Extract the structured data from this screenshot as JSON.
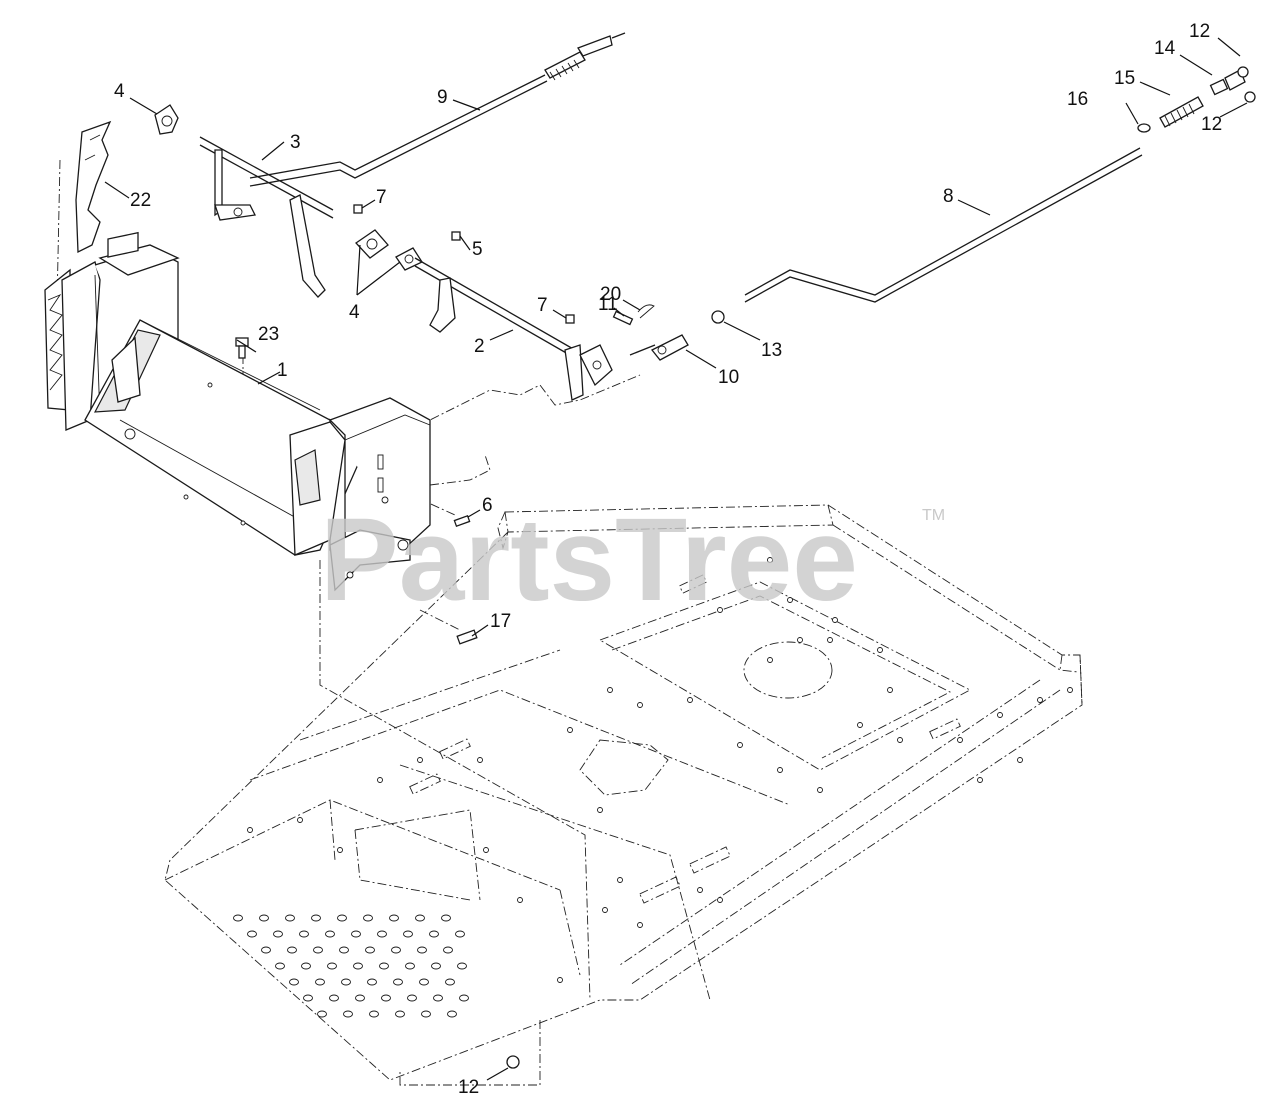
{
  "watermark": {
    "text": "PartsTree",
    "trademark": "TM"
  },
  "callouts": [
    {
      "id": "c1",
      "label": "1"
    },
    {
      "id": "c2",
      "label": "2"
    },
    {
      "id": "c3",
      "label": "3"
    },
    {
      "id": "c4a",
      "label": "4"
    },
    {
      "id": "c4b",
      "label": "4"
    },
    {
      "id": "c5",
      "label": "5"
    },
    {
      "id": "c6",
      "label": "6"
    },
    {
      "id": "c7a",
      "label": "7"
    },
    {
      "id": "c7b",
      "label": "7"
    },
    {
      "id": "c8",
      "label": "8"
    },
    {
      "id": "c9",
      "label": "9"
    },
    {
      "id": "c10",
      "label": "10"
    },
    {
      "id": "c11",
      "label": "11"
    },
    {
      "id": "c12a",
      "label": "12"
    },
    {
      "id": "c12b",
      "label": "12"
    },
    {
      "id": "c12c",
      "label": "12"
    },
    {
      "id": "c13",
      "label": "13"
    },
    {
      "id": "c14",
      "label": "14"
    },
    {
      "id": "c15",
      "label": "15"
    },
    {
      "id": "c16",
      "label": "16"
    },
    {
      "id": "c17",
      "label": "17"
    },
    {
      "id": "c20",
      "label": "20"
    },
    {
      "id": "c22",
      "label": "22"
    },
    {
      "id": "c23",
      "label": "23"
    }
  ],
  "colors": {
    "line": "#1a1a1a",
    "watermark": "#c9c9c9",
    "background": "#ffffff"
  }
}
